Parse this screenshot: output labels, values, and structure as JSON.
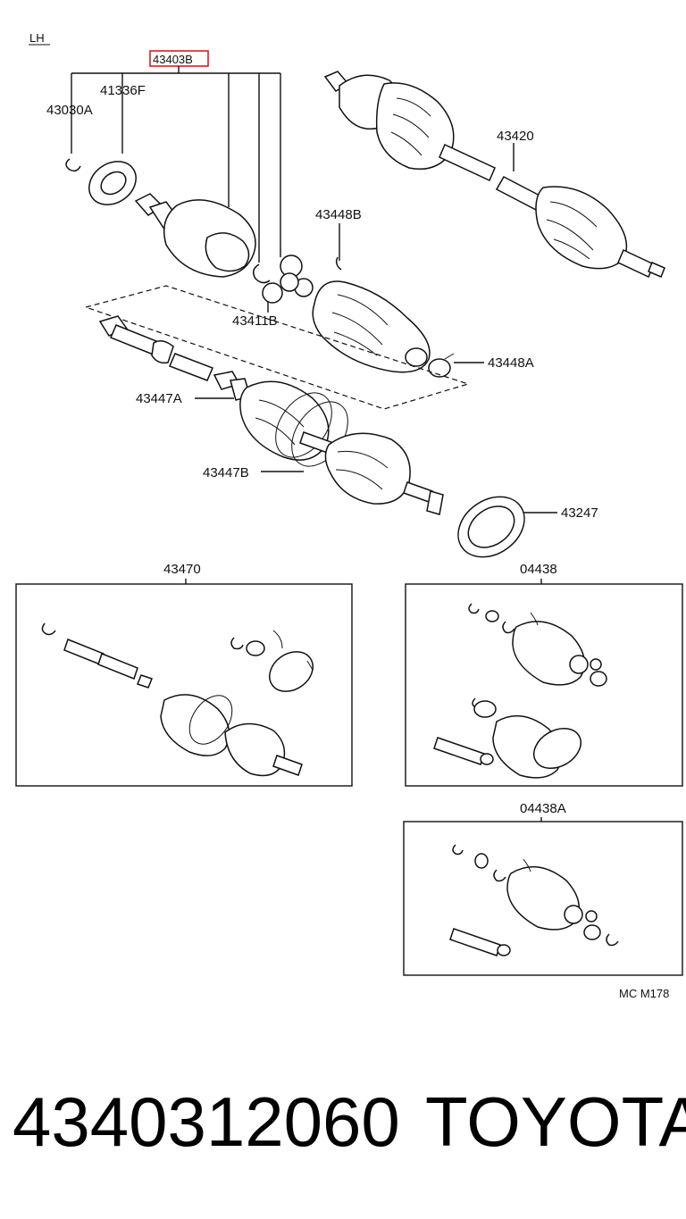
{
  "side_label": "LH",
  "labels": {
    "assembly_highlight": "43403B",
    "dust_deflector": "41336F",
    "snap_ring_outer": "43030A",
    "shaft_assembly_rh": "43420",
    "boot_inboard": "43448B",
    "boot_clamp_inboard": "43448A",
    "snap_ring_tripod": "43411B",
    "boot_clamp_a": "43447A",
    "boot_clamp_b": "43447B",
    "bearing_seal": "43247",
    "kit_box_1": "43470",
    "kit_box_2": "04438",
    "kit_box_3": "04438A",
    "drawing_code": "MC M178"
  },
  "footer": {
    "part_number": "4340312060",
    "brand": "TOYOTA"
  }
}
